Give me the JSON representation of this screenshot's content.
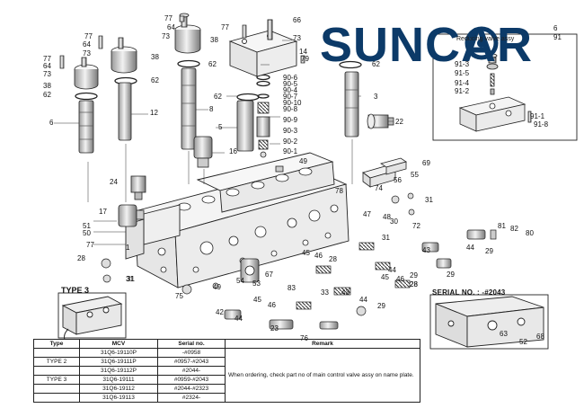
{
  "logo": {
    "text": "SUNCAR",
    "accent_color": "#0c3a68"
  },
  "inset_title": "Reducing valve assy",
  "type3_label": "TYPE 3",
  "serial_label": "SERIAL NO. : -#2043",
  "table": {
    "headers": [
      "Type",
      "MCV",
      "Serial no.",
      "Remark"
    ],
    "rows": [
      {
        "type": "",
        "mcv": "31Q6-19110P",
        "serial": "-#0958"
      },
      {
        "type": "TYPE 2",
        "mcv": "31Q6-19111P",
        "serial": "#0957-#2043"
      },
      {
        "type": "",
        "mcv": "31Q6-19112P",
        "serial": "#2044-"
      },
      {
        "type": "TYPE 3",
        "mcv": "31Q6-19111",
        "serial": "#0959-#2043"
      },
      {
        "type": "",
        "mcv": "31Q6-19112",
        "serial": "#2044-#2323"
      },
      {
        "type": "",
        "mcv": "31Q6-19113",
        "serial": "#2324-"
      }
    ],
    "remark": "When ordering, check part no of main control valve assy on name plate."
  },
  "part_labels": [
    {
      "id": "77a",
      "text": "77"
    },
    {
      "id": "64a",
      "text": "64"
    },
    {
      "id": "73a",
      "text": "73"
    },
    {
      "id": "38a",
      "text": "38"
    },
    {
      "id": "77b",
      "text": "77"
    },
    {
      "id": "64b",
      "text": "64"
    },
    {
      "id": "73b",
      "text": "73"
    },
    {
      "id": "38b",
      "text": "38"
    },
    {
      "id": "62a",
      "text": "62"
    },
    {
      "id": "77c",
      "text": "77"
    },
    {
      "id": "64c",
      "text": "64"
    },
    {
      "id": "73c",
      "text": "73"
    },
    {
      "id": "38c",
      "text": "38"
    },
    {
      "id": "62b",
      "text": "62"
    },
    {
      "id": "62c",
      "text": "62"
    },
    {
      "id": "6",
      "text": "6"
    },
    {
      "id": "12",
      "text": "12"
    },
    {
      "id": "66",
      "text": "66"
    },
    {
      "id": "77d",
      "text": "77"
    },
    {
      "id": "73d",
      "text": "73"
    },
    {
      "id": "14",
      "text": "14"
    },
    {
      "id": "79",
      "text": "79"
    },
    {
      "id": "8",
      "text": "8"
    },
    {
      "id": "62d",
      "text": "62"
    },
    {
      "id": "62e",
      "text": "62"
    },
    {
      "id": "906",
      "text": "90-6"
    },
    {
      "id": "905",
      "text": "90-5"
    },
    {
      "id": "904",
      "text": "90-4"
    },
    {
      "id": "907",
      "text": "90-7"
    },
    {
      "id": "9010",
      "text": "90-10"
    },
    {
      "id": "908",
      "text": "90-8"
    },
    {
      "id": "909",
      "text": "90-9"
    },
    {
      "id": "903",
      "text": "90-3"
    },
    {
      "id": "902",
      "text": "90-2"
    },
    {
      "id": "901",
      "text": "90-1"
    },
    {
      "id": "5",
      "text": "5"
    },
    {
      "id": "3",
      "text": "3"
    },
    {
      "id": "22",
      "text": "22"
    },
    {
      "id": "16",
      "text": "16"
    },
    {
      "id": "49a",
      "text": "49"
    },
    {
      "id": "69",
      "text": "69"
    },
    {
      "id": "55",
      "text": "55"
    },
    {
      "id": "56",
      "text": "56"
    },
    {
      "id": "24",
      "text": "24"
    },
    {
      "id": "74",
      "text": "74"
    },
    {
      "id": "31a",
      "text": "31"
    },
    {
      "id": "78",
      "text": "78"
    },
    {
      "id": "17",
      "text": "17"
    },
    {
      "id": "51",
      "text": "51"
    },
    {
      "id": "50",
      "text": "50"
    },
    {
      "id": "47",
      "text": "47"
    },
    {
      "id": "48",
      "text": "48"
    },
    {
      "id": "30",
      "text": "30"
    },
    {
      "id": "72",
      "text": "72"
    },
    {
      "id": "81",
      "text": "81"
    },
    {
      "id": "82",
      "text": "82"
    },
    {
      "id": "80",
      "text": "80"
    },
    {
      "id": "77e",
      "text": "77"
    },
    {
      "id": "1",
      "text": "1"
    },
    {
      "id": "31b",
      "text": "31"
    },
    {
      "id": "44a",
      "text": "44"
    },
    {
      "id": "29a",
      "text": "29"
    },
    {
      "id": "28a",
      "text": "28"
    },
    {
      "id": "45a",
      "text": "45"
    },
    {
      "id": "46a",
      "text": "46"
    },
    {
      "id": "28b",
      "text": "28"
    },
    {
      "id": "31c",
      "text": "31"
    },
    {
      "id": "43a",
      "text": "43"
    },
    {
      "id": "29b",
      "text": "29"
    },
    {
      "id": "44b",
      "text": "44"
    },
    {
      "id": "45b",
      "text": "45"
    },
    {
      "id": "29c",
      "text": "29"
    },
    {
      "id": "46b",
      "text": "46"
    },
    {
      "id": "28c",
      "text": "28"
    },
    {
      "id": "67",
      "text": "67"
    },
    {
      "id": "54",
      "text": "54"
    },
    {
      "id": "53",
      "text": "53"
    },
    {
      "id": "49b",
      "text": "49"
    },
    {
      "id": "75",
      "text": "75"
    },
    {
      "id": "83",
      "text": "83"
    },
    {
      "id": "33",
      "text": "33"
    },
    {
      "id": "43b",
      "text": "43"
    },
    {
      "id": "44c",
      "text": "44"
    },
    {
      "id": "45c",
      "text": "45"
    },
    {
      "id": "29d",
      "text": "29"
    },
    {
      "id": "46c",
      "text": "46"
    },
    {
      "id": "42",
      "text": "42"
    },
    {
      "id": "44d",
      "text": "44"
    },
    {
      "id": "23",
      "text": "23"
    },
    {
      "id": "76",
      "text": "76"
    },
    {
      "id": "31d",
      "text": "31"
    },
    {
      "id": "28d",
      "text": "28"
    },
    {
      "id": "63",
      "text": "63"
    },
    {
      "id": "52",
      "text": "52"
    },
    {
      "id": "68",
      "text": "68"
    },
    {
      "id": "913",
      "text": "91-3"
    },
    {
      "id": "915",
      "text": "91-5"
    },
    {
      "id": "914",
      "text": "91-4"
    },
    {
      "id": "912",
      "text": "91-2"
    },
    {
      "id": "911",
      "text": "91-1"
    },
    {
      "id": "918",
      "text": "91-8"
    },
    {
      "id": "6b",
      "text": "6"
    },
    {
      "id": "91",
      "text": "91"
    }
  ]
}
